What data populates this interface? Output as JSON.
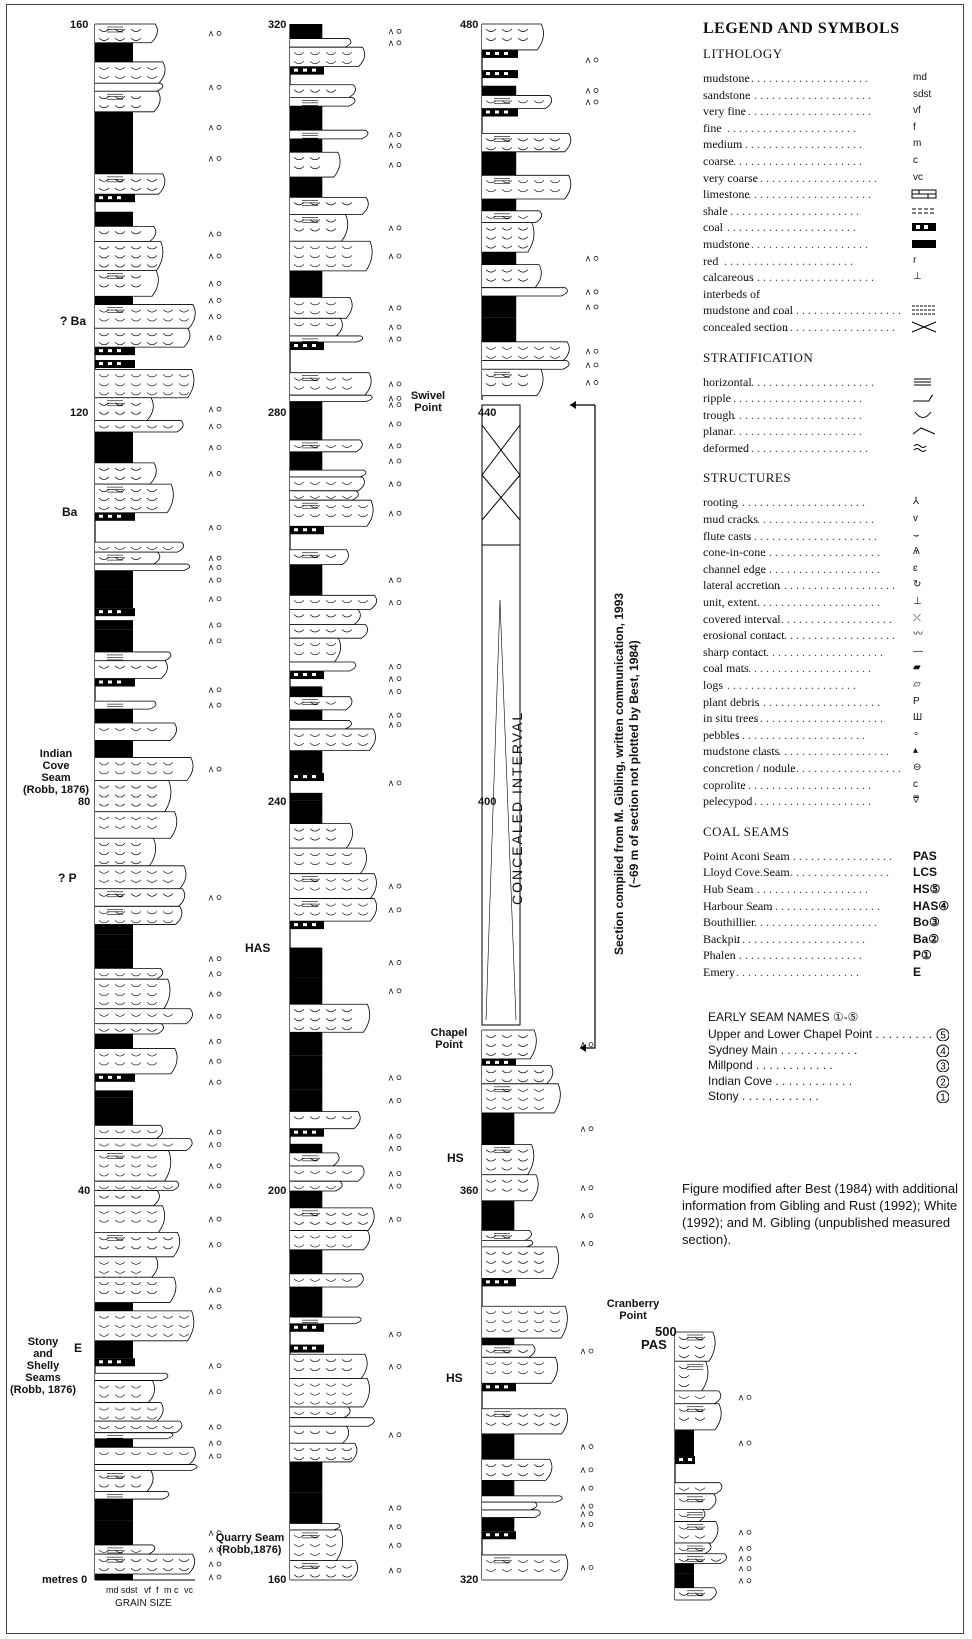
{
  "columns": [
    {
      "id": "col1",
      "ticks": [
        "160",
        "120",
        "80",
        "40",
        "metres 0"
      ]
    },
    {
      "id": "col2",
      "ticks": [
        "320",
        "280",
        "240",
        "200",
        "160"
      ]
    },
    {
      "id": "col3",
      "ticks": [
        "480",
        "440",
        "400",
        "360",
        "320"
      ]
    },
    {
      "id": "col4",
      "ticks": [
        "500"
      ]
    }
  ],
  "grain_size": {
    "label": "GRAIN SIZE",
    "ticks": [
      "md",
      "sdst",
      "vf",
      "f",
      "m",
      "c",
      "vc"
    ]
  },
  "seam_labels": {
    "ba_upper": "? Ba",
    "ba": "Ba",
    "indian_cove": [
      "Indian",
      "Cove",
      "Seam",
      "(Robb, 1876)"
    ],
    "p": "? P",
    "e": "E",
    "stony": [
      "Stony",
      "and",
      "Shelly",
      "Seams",
      "(Robb, 1876)"
    ],
    "has": "HAS",
    "quarry": [
      "Quarry Seam",
      "(Robb,1876)"
    ],
    "swivel": [
      "Swivel",
      "Point"
    ],
    "chapel": [
      "Chapel",
      "Point"
    ],
    "hs_upper": "HS",
    "hs_lower": "HS",
    "cranberry": [
      "Cranberry",
      "Point"
    ],
    "pas": "PAS"
  },
  "concealed_interval": "CONCEALED INTERVAL",
  "section_note": [
    "Section compiled from M. Gibling, written communication, 1993",
    "(~69 m of section not plotted by Best, 1984)"
  ],
  "legend": {
    "title": "LEGEND AND SYMBOLS",
    "lithology": {
      "heading": "LITHOLOGY",
      "items": [
        {
          "name": "mudstone",
          "code": "md"
        },
        {
          "name": "sandstone",
          "code": "sdst"
        },
        {
          "name": "very fine",
          "code": "vf"
        },
        {
          "name": "fine",
          "code": "f"
        },
        {
          "name": "medium",
          "code": "m"
        },
        {
          "name": "coarse",
          "code": "c"
        },
        {
          "name": "very coarse",
          "code": "vc"
        },
        {
          "name": "limestone",
          "sym": "limestone-icon"
        },
        {
          "name": "shale",
          "sym": "shale-icon"
        },
        {
          "name": "coal",
          "sym": "coal-icon"
        },
        {
          "name": "mudstone",
          "sym": "mudstone-icon"
        },
        {
          "name": "red",
          "code": "r"
        },
        {
          "name": "calcareous",
          "code": "⊥"
        },
        {
          "name": "interbeds of",
          "sym": ""
        },
        {
          "name": "  mudstone and coal",
          "sym": "interbeds-icon"
        },
        {
          "name": "concealed section",
          "sym": "concealed-icon"
        }
      ]
    },
    "stratification": {
      "heading": "STRATIFICATION",
      "items": [
        {
          "name": "horizontal",
          "sym": "horizontal-icon"
        },
        {
          "name": "ripple",
          "sym": "ripple-icon"
        },
        {
          "name": "trough",
          "sym": "trough-icon"
        },
        {
          "name": "planar",
          "sym": "planar-icon"
        },
        {
          "name": "deformed",
          "sym": "deformed-icon"
        }
      ]
    },
    "structures": {
      "heading": "STRUCTURES",
      "items": [
        {
          "name": "rooting",
          "code": "⅄"
        },
        {
          "name": "mud cracks",
          "code": "v"
        },
        {
          "name": "flute casts",
          "code": "⌣"
        },
        {
          "name": "cone-in-cone",
          "code": "Ѧ"
        },
        {
          "name": "channel edge",
          "code": "ɛ"
        },
        {
          "name": "lateral accretion",
          "code": "↻"
        },
        {
          "name": "unit, extent",
          "code": "⊥"
        },
        {
          "name": "covered interval",
          "code": "⤫"
        },
        {
          "name": "erosional contact",
          "code": "〰"
        },
        {
          "name": "sharp contact",
          "code": "—"
        },
        {
          "name": "coal mats",
          "code": "▰"
        },
        {
          "name": "logs",
          "code": "▱"
        },
        {
          "name": "plant debris",
          "code": "P"
        },
        {
          "name": "in situ trees",
          "code": "Ш"
        },
        {
          "name": "pebbles",
          "code": "∘"
        },
        {
          "name": "mudstone clasts",
          "code": "▴"
        },
        {
          "name": "concretion / nodule",
          "code": "⊖"
        },
        {
          "name": "coprolite",
          "code": "c"
        },
        {
          "name": "pelecypod",
          "code": "⩢"
        }
      ]
    },
    "coal_seams": {
      "heading": "COAL SEAMS",
      "items": [
        {
          "name": "Point Aconi Seam",
          "code": "PAS"
        },
        {
          "name": "Lloyd Cove Seam",
          "code": "LCS"
        },
        {
          "name": "Hub Seam",
          "code": "HS⑤"
        },
        {
          "name": "Harbour Seam",
          "code": "HAS④"
        },
        {
          "name": "Bouthillier",
          "code": "Bo③"
        },
        {
          "name": "Backpit",
          "code": "Ba②"
        },
        {
          "name": "Phalen",
          "code": "P①"
        },
        {
          "name": "Emery",
          "code": "E"
        }
      ]
    }
  },
  "early_seams": {
    "heading": "EARLY SEAM NAMES ①-⑤",
    "items": [
      {
        "name": "Upper and Lower Chapel Point",
        "num": "5"
      },
      {
        "name": "Sydney Main",
        "num": "4"
      },
      {
        "name": "Millpond",
        "num": "3"
      },
      {
        "name": "Indian Cove",
        "num": "2"
      },
      {
        "name": "Stony",
        "num": "1"
      }
    ]
  },
  "note": "Figure modified after Best (1984) with additional information from Gibling and Rust (1992); White (1992); and M. Gibling (unpublished measured section)."
}
